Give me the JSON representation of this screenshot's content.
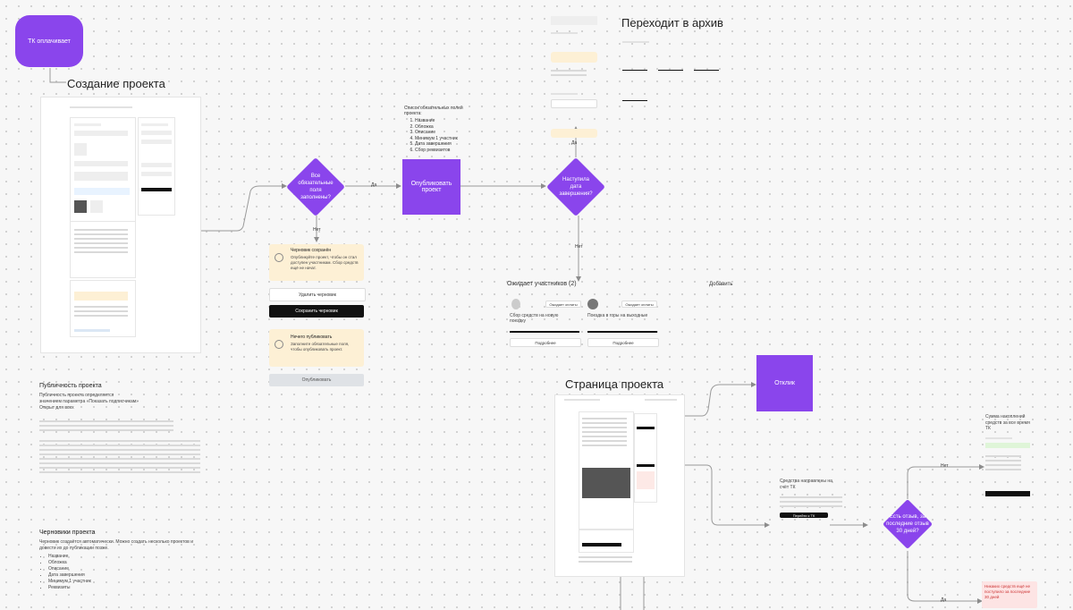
{
  "start_node": "ТК оплачивает",
  "headings": {
    "create_project": "Создание проекта",
    "archive": "Переходит в архив",
    "project_page": "Страница проекта"
  },
  "decisions": {
    "all_fields": "Все обязательные поля заполнены?",
    "deadline": "Наступила дата завершения?",
    "reviews": "Есть отзыв, за последние отзыв 30 дней?"
  },
  "flow_labels": {
    "yes": "Да",
    "no": "Нет"
  },
  "process_nodes": {
    "publish": "Опубликовать проект",
    "archive_btn": "Отклик"
  },
  "required_fields": {
    "title": "Список обязательных полей проекта:",
    "items": [
      "Название",
      "Обложка",
      "Описание",
      "Минимум 1 участник",
      "Дата завершения",
      "Сбор реквизитов"
    ]
  },
  "draft_warning": {
    "title": "Черновик сохранён",
    "text": "Опубликуйте проект, чтобы он стал доступен участникам. Сбор средств ещё не начат."
  },
  "buttons": {
    "delete_draft": "Удалить черновик",
    "save_draft": "Сохранить черновик",
    "publish": "Опубликовать"
  },
  "fill_warning": {
    "title": "Нечего публиковать",
    "text": "Заполните обязательные поля, чтобы опубликовать проект."
  },
  "publicity": {
    "title": "Публичность проекта",
    "lines": [
      "Публичность проекта определяется",
      "значением параметра «Показать подписчикам»",
      "Открыт для всех"
    ]
  },
  "drafts": {
    "title": "Черновики проекта",
    "intro": "Черновик создаётся автоматически. Можно создать несколько проектов и довести их до публикации позже.",
    "items": [
      "Название",
      "Обложка",
      "Описание",
      "Дата завершения",
      "Минимум 1 участник",
      "Реквизиты"
    ]
  },
  "right_section": {
    "title": "Ожидает участников (2)",
    "link": "Добавить",
    "note": "Средства направлены на счёт ТК",
    "action": "Перейти к ТК",
    "summary": "Сумма накоплений средств за все время ТК",
    "alert": "Никаких средств ещё не поступило за последние 30 дней"
  },
  "right_cards": [
    {
      "tag": "Ожидает оплаты",
      "title": "Сбор средств на новую поездку",
      "button": "Подробнее"
    },
    {
      "tag": "Ожидает оплаты",
      "title": "Поездка в горы на выходные",
      "button": "Подробнее"
    }
  ]
}
